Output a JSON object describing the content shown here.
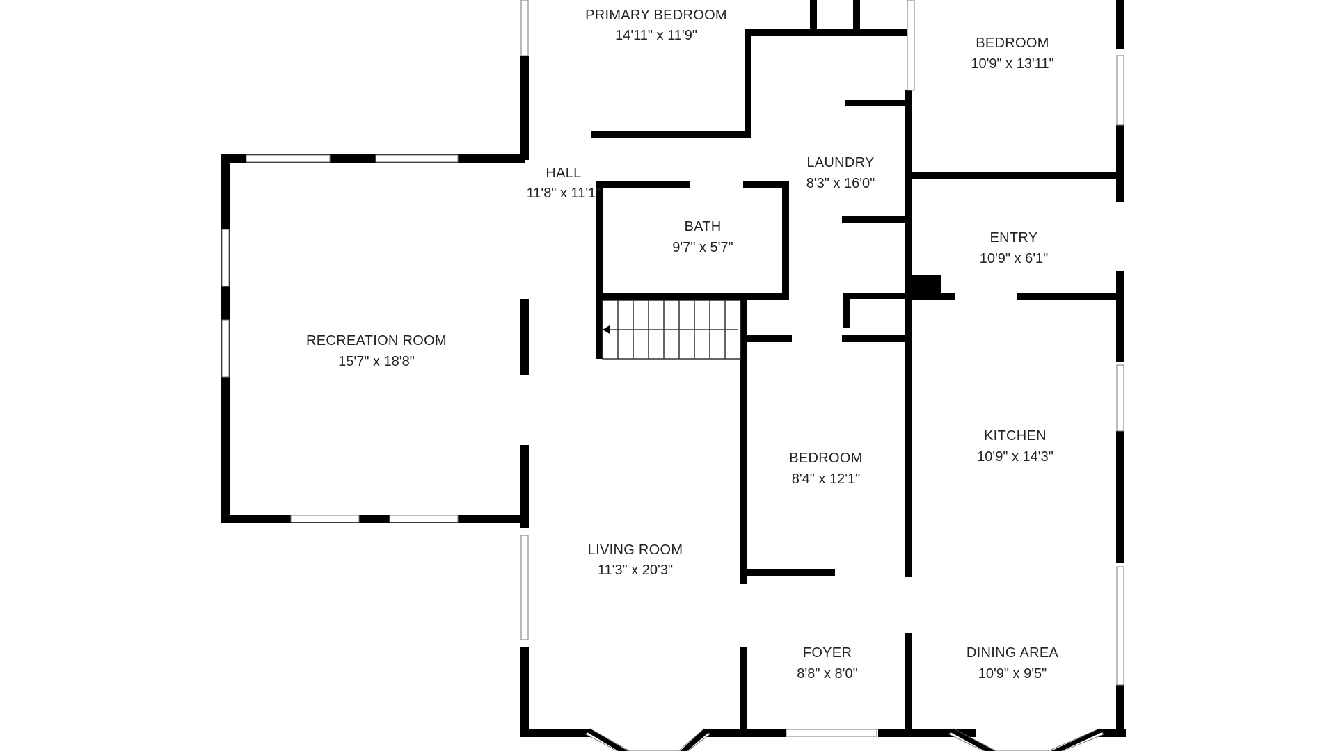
{
  "rooms": [
    {
      "id": "primary-bedroom",
      "name": "PRIMARY BEDROOM",
      "dims": "14'11\" x 11'9\""
    },
    {
      "id": "bedroom-ne",
      "name": "BEDROOM",
      "dims": "10'9\" x 13'11\""
    },
    {
      "id": "hall",
      "name": "HALL",
      "dims": "11'8\" x 11'1\""
    },
    {
      "id": "laundry",
      "name": "LAUNDRY",
      "dims": "8'3\" x 16'0\""
    },
    {
      "id": "bath",
      "name": "BATH",
      "dims": "9'7\" x 5'7\""
    },
    {
      "id": "entry",
      "name": "ENTRY",
      "dims": "10'9\" x 6'1\""
    },
    {
      "id": "recreation-room",
      "name": "RECREATION ROOM",
      "dims": "15'7\" x 18'8\""
    },
    {
      "id": "bedroom-center",
      "name": "BEDROOM",
      "dims": "8'4\" x 12'1\""
    },
    {
      "id": "kitchen",
      "name": "KITCHEN",
      "dims": "10'9\" x 14'3\""
    },
    {
      "id": "living-room",
      "name": "LIVING ROOM",
      "dims": "11'3\" x 20'3\""
    },
    {
      "id": "foyer",
      "name": "FOYER",
      "dims": "8'8\" x 8'0\""
    },
    {
      "id": "dining-area",
      "name": "DINING AREA",
      "dims": "10'9\" x 9'5\""
    }
  ]
}
